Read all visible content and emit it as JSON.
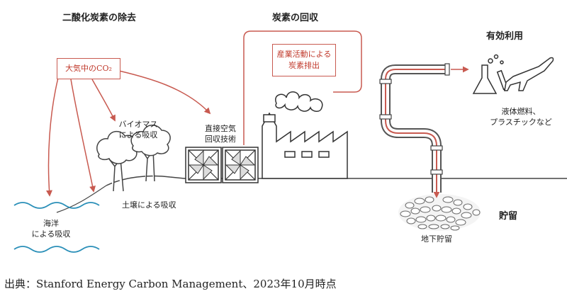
{
  "headings": {
    "removal": "二酸化炭素の除去",
    "capture": "炭素の回収",
    "utilization": "有効利用",
    "storage": "貯留"
  },
  "sources": {
    "atmosphere": "大気中のCO₂",
    "industry_line1": "産業活動による",
    "industry_line2": "炭素排出"
  },
  "labels": {
    "biomass_line1": "バイオマス",
    "biomass_line2": "による吸収",
    "dac_line1": "直接空気",
    "dac_line2": "回収技術",
    "soil": "土壌による吸収",
    "ocean_line1": "海洋",
    "ocean_line2": "による吸収",
    "products_line1": "液体燃料、",
    "products_line2": "プラスチックなど",
    "underground": "地下貯留"
  },
  "source_note": "出典：Stanford Energy Carbon Management、2023年10月時点",
  "colors": {
    "accent": "#c85a50",
    "ink": "#333333"
  }
}
